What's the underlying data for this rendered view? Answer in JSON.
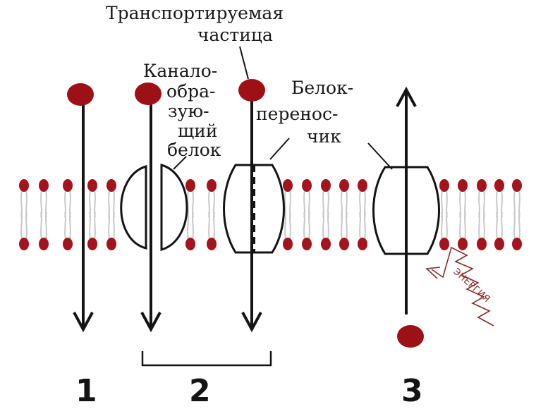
{
  "diagram": {
    "labels": {
      "transported_particle": [
        "Транспортируемая",
        "частица"
      ],
      "channel_protein": [
        "Канало-",
        "обра-",
        "зую-",
        "щий",
        "белок"
      ],
      "carrier_protein": [
        "Белок-",
        "перенос-",
        "чик"
      ],
      "energy": "ЭНЕРГИЯ"
    },
    "numbers": [
      "1",
      "2",
      "3"
    ],
    "colors": {
      "particle": "#9c1016",
      "lipid_head": "#a3141c",
      "lipid_tail": "#c9c9c9",
      "line": "#141414",
      "energy": "#8a2a2a"
    }
  }
}
